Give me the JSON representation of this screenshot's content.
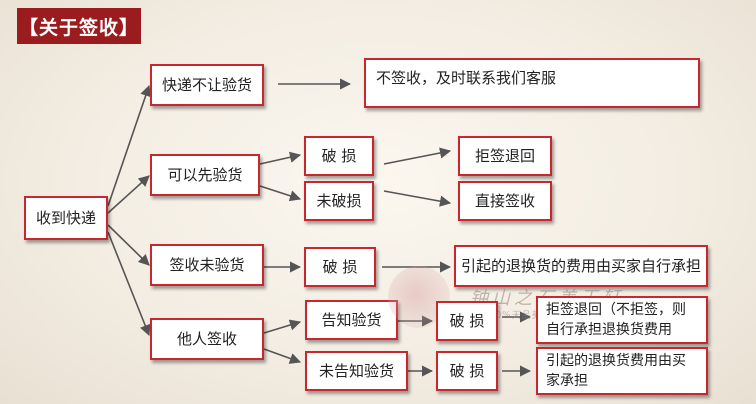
{
  "header": {
    "title": "【关于签收】"
  },
  "nodes": {
    "receive": "收到快递",
    "no_inspect": "快递不让验货",
    "contact": "不签收，及时联系我们客服",
    "inspect_first": "可以先验货",
    "damaged_1": "破 损",
    "undamaged": "未破损",
    "reject": "拒签退回",
    "sign_direct": "直接签收",
    "sign_no_inspect": "签收未验货",
    "damaged_2": "破 损",
    "buyer_pays_1": "引起的退换货的费用由买家自行承担",
    "others_sign": "他人签收",
    "informed": "告知验货",
    "damaged_3": "破 损",
    "reject_note": "拒签退回（不拒签，则自行承担退换货费用",
    "not_informed": "未告知验货",
    "damaged_4": "破 损",
    "buyer_pays_2": "引起的退换货费用由买家承担"
  },
  "watermark": {
    "line1": "钟山之石美玉轩",
    "line2": "100%天品美玉"
  },
  "colors": {
    "accent": "#c8282d",
    "title_bg": "#9b1c1f",
    "arrow": "#555555"
  }
}
